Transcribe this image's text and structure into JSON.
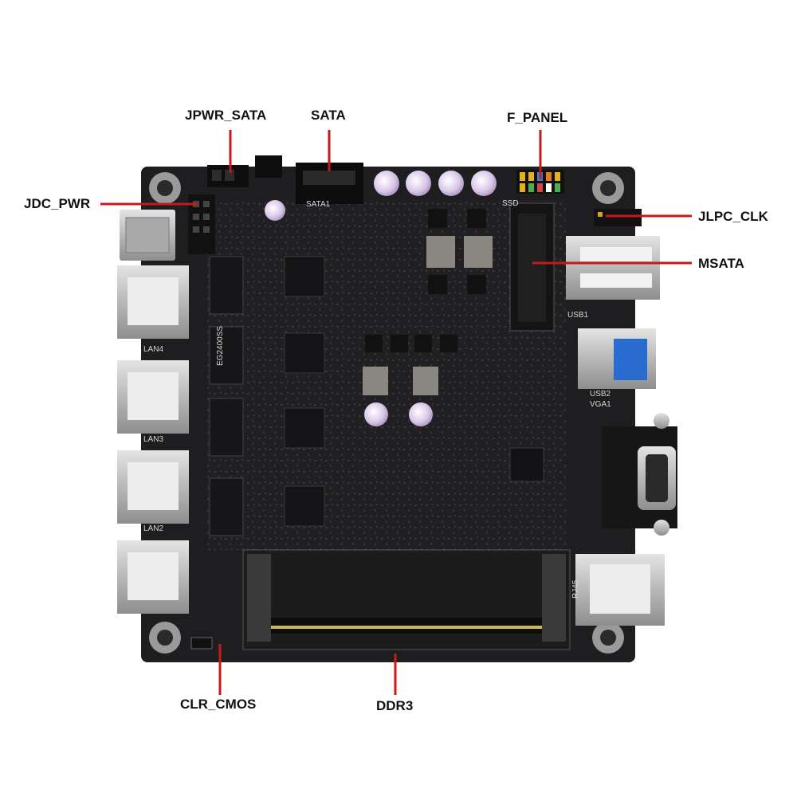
{
  "callouts": {
    "jpwr_sata": "JPWR_SATA",
    "sata": "SATA",
    "f_panel": "F_PANEL",
    "jdc_pwr": "JDC_PWR",
    "jlpc_clk": "JLPC_CLK",
    "msata": "MSATA",
    "clr_cmos": "CLR_CMOS",
    "ddr3": "DDR3"
  },
  "silkscreen": {
    "lan4": "LAN4",
    "lan3": "LAN3",
    "lan2": "LAN2",
    "usb1": "USB1",
    "usb2": "USB2",
    "vga1": "VGA1",
    "rj45": "RJ45",
    "ssd": "SSD",
    "sata1": "SATA1",
    "magnetics": "EG2400SS"
  },
  "colors": {
    "board": "#1e1e20",
    "callout_line": "#c41a1a",
    "label": "#111111"
  }
}
